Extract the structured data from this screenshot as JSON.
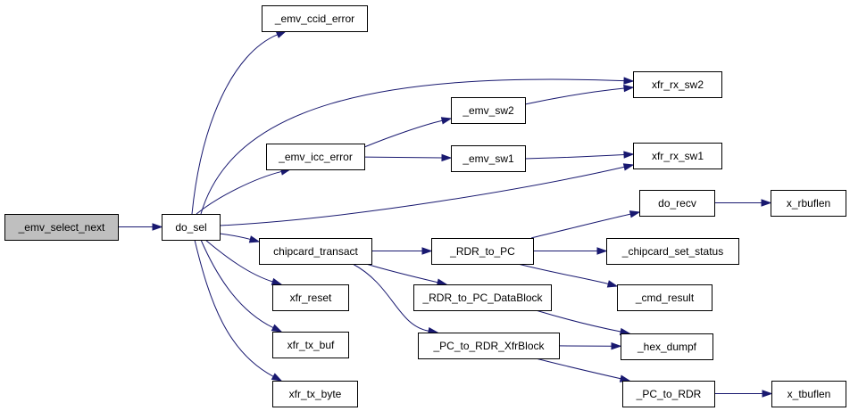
{
  "graph": {
    "colors": {
      "edge": "#191970",
      "root_fill": "#bfbfbf",
      "node_fill": "#ffffff",
      "node_border": "#000000"
    },
    "nodes": {
      "emv_select_next": "_emv_select_next",
      "do_sel": "do_sel",
      "emv_ccid_error": "_emv_ccid_error",
      "emv_icc_error": "_emv_icc_error",
      "emv_sw2": "_emv_sw2",
      "emv_sw1": "_emv_sw1",
      "xfr_rx_sw2": "xfr_rx_sw2",
      "xfr_rx_sw1": "xfr_rx_sw1",
      "chipcard_transact": "chipcard_transact",
      "rdr_to_pc": "_RDR_to_PC",
      "do_recv": "do_recv",
      "x_rbuflen": "x_rbuflen",
      "chipcard_set_status": "_chipcard_set_status",
      "cmd_result": "_cmd_result",
      "rdr_to_pc_datablock": "_RDR_to_PC_DataBlock",
      "pc_to_rdr_xfrblock": "_PC_to_RDR_XfrBlock",
      "hex_dumpf": "_hex_dumpf",
      "pc_to_rdr": "_PC_to_RDR",
      "x_tbuflen": "x_tbuflen",
      "xfr_reset": "xfr_reset",
      "xfr_tx_buf": "xfr_tx_buf",
      "xfr_tx_byte": "xfr_tx_byte"
    },
    "edges": [
      [
        "emv_select_next",
        "do_sel"
      ],
      [
        "do_sel",
        "emv_ccid_error"
      ],
      [
        "do_sel",
        "xfr_rx_sw2"
      ],
      [
        "do_sel",
        "emv_icc_error"
      ],
      [
        "do_sel",
        "xfr_rx_sw1"
      ],
      [
        "do_sel",
        "chipcard_transact"
      ],
      [
        "do_sel",
        "xfr_reset"
      ],
      [
        "do_sel",
        "xfr_tx_buf"
      ],
      [
        "do_sel",
        "xfr_tx_byte"
      ],
      [
        "emv_icc_error",
        "emv_sw2"
      ],
      [
        "emv_icc_error",
        "emv_sw1"
      ],
      [
        "emv_sw2",
        "xfr_rx_sw2"
      ],
      [
        "emv_sw1",
        "xfr_rx_sw1"
      ],
      [
        "chipcard_transact",
        "rdr_to_pc"
      ],
      [
        "chipcard_transact",
        "rdr_to_pc_datablock"
      ],
      [
        "chipcard_transact",
        "pc_to_rdr_xfrblock"
      ],
      [
        "rdr_to_pc",
        "do_recv"
      ],
      [
        "rdr_to_pc",
        "chipcard_set_status"
      ],
      [
        "rdr_to_pc",
        "cmd_result"
      ],
      [
        "do_recv",
        "x_rbuflen"
      ],
      [
        "rdr_to_pc_datablock",
        "hex_dumpf"
      ],
      [
        "pc_to_rdr_xfrblock",
        "hex_dumpf"
      ],
      [
        "pc_to_rdr_xfrblock",
        "pc_to_rdr"
      ],
      [
        "pc_to_rdr",
        "x_tbuflen"
      ]
    ]
  }
}
